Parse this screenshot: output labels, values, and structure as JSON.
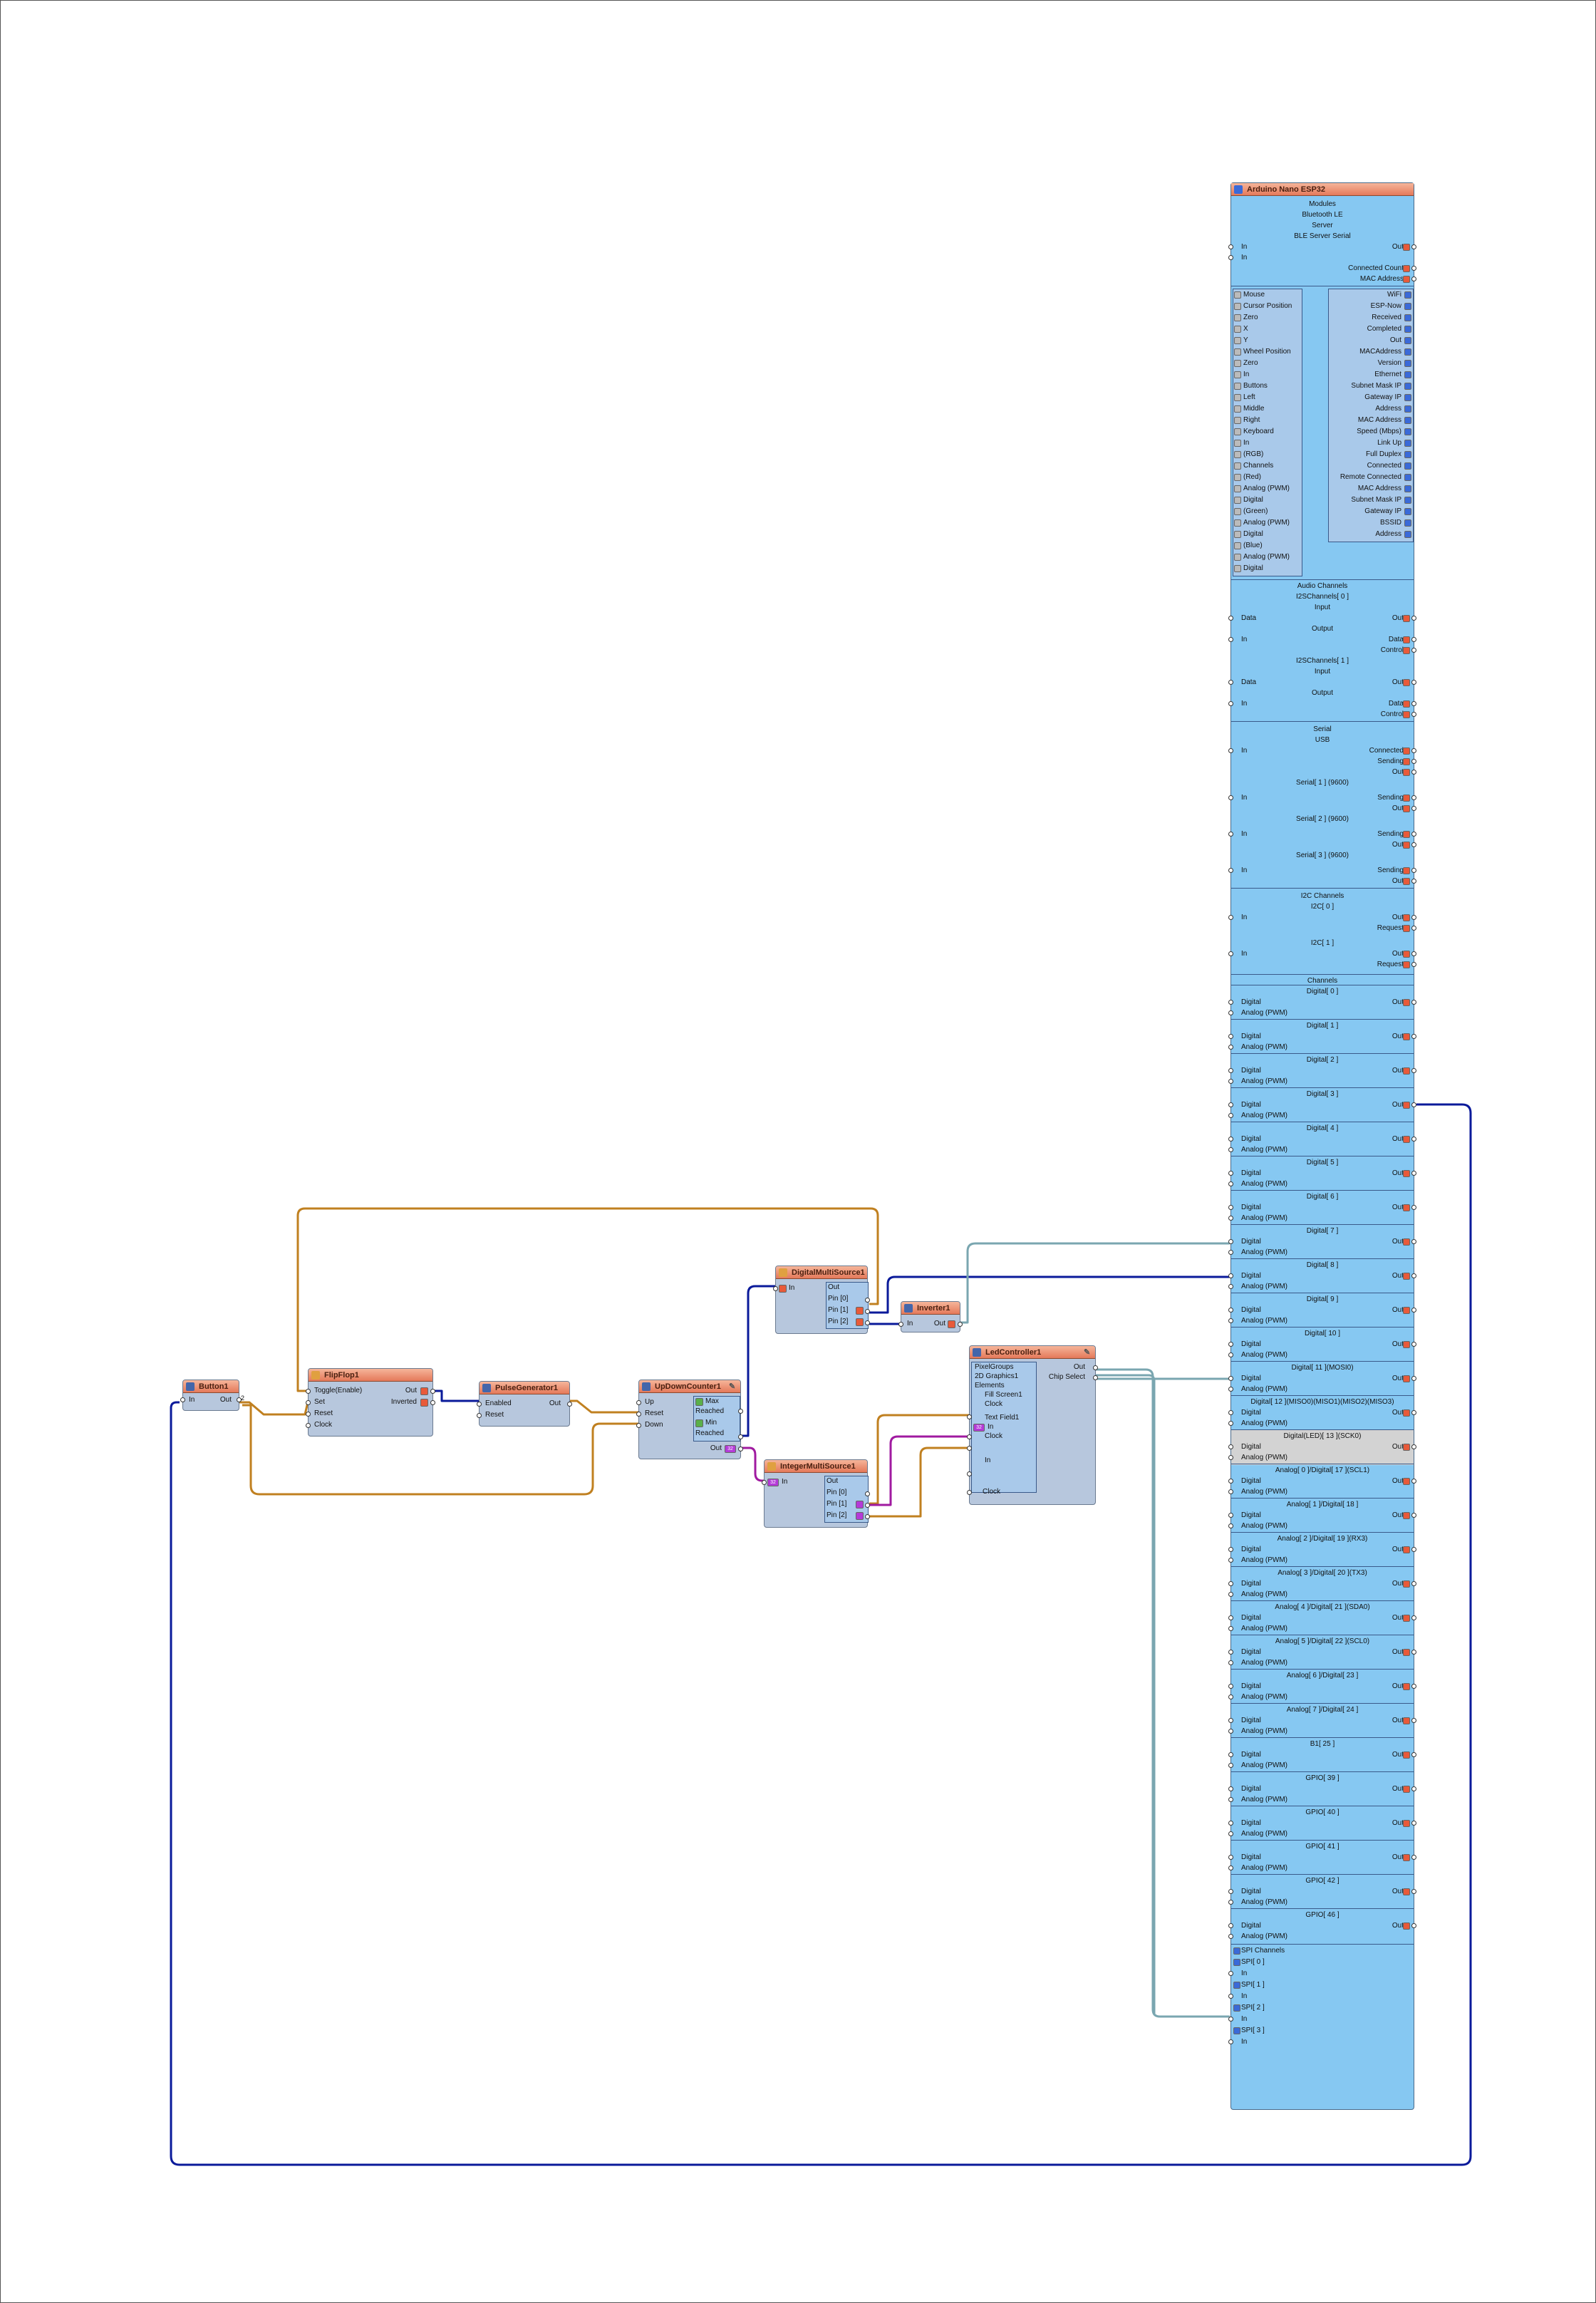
{
  "components": {
    "button": {
      "title": "Button1",
      "in": "In",
      "out": "Out",
      "out_num": "2"
    },
    "flipflop": {
      "title": "FlipFlop1",
      "toggle": "Toggle(Enable)",
      "set": "Set",
      "reset": "Reset",
      "clock": "Clock",
      "out": "Out",
      "inverted": "Inverted"
    },
    "pulsegen": {
      "title": "PulseGenerator1",
      "enabled": "Enabled",
      "reset": "Reset",
      "out": "Out"
    },
    "updown": {
      "title": "UpDownCounter1",
      "up": "Up",
      "reset": "Reset",
      "down": "Down",
      "max": "Max",
      "reached1": "Reached",
      "min": "Min",
      "reached2": "Reached",
      "out": "Out",
      "out_badge": "32"
    },
    "digitalmulti": {
      "title": "DigitalMultiSource1",
      "in": "In",
      "out": "Out",
      "pin0": "Pin [0]",
      "pin1": "Pin [1]",
      "pin2": "Pin [2]"
    },
    "inverter": {
      "title": "Inverter1",
      "in": "In",
      "out": "Out"
    },
    "intmulti": {
      "title": "IntegerMultiSource1",
      "in_badge": "32",
      "in": "In",
      "out": "Out",
      "pin0": "Pin [0]",
      "pin1": "Pin [1]",
      "pin2": "Pin [2]"
    },
    "ledctrl": {
      "title": "LedController1",
      "out": "Out",
      "chip_select": "Chip Select",
      "pixelgroups": "PixelGroups",
      "graphics": "2D Graphics1",
      "elements": "Elements",
      "fill_screen": "Fill Screen1",
      "clock1": "Clock",
      "text_field": "Text Field1",
      "in_badge": "32",
      "in1": "In",
      "clock2": "Clock",
      "in2": "In",
      "clock3": "Clock"
    }
  },
  "esp32": {
    "title": "Arduino Nano ESP32",
    "rows": [
      {
        "c": "Modules"
      },
      {
        "c": "Bluetooth LE"
      },
      {
        "c": "Server"
      },
      {
        "c": "BLE Server Serial"
      },
      {
        "l": "In",
        "r": "Out"
      },
      {
        "l": "In"
      },
      {
        "r": "Connected Count"
      },
      {
        "r": "MAC Address"
      }
    ],
    "left_sub": [
      "Mouse",
      "Cursor Position",
      "Zero",
      "X",
      "Y",
      "Wheel Position",
      "Zero",
      "In",
      "Buttons",
      "Left",
      "Middle",
      "Right",
      "Keyboard",
      "In",
      "(RGB)",
      "Channels",
      "(Red)",
      "Analog (PWM)",
      "Digital",
      "(Green)",
      "Analog (PWM)",
      "Digital",
      "(Blue)",
      "Analog (PWM)",
      "Digital"
    ],
    "right_sub": [
      "WiFi",
      "ESP-Now",
      "Received",
      "Completed",
      "Out",
      "MACAddress",
      "Version",
      "Ethernet",
      "Subnet Mask IP",
      "Gateway IP",
      "Address",
      "MAC Address",
      "Speed (Mbps)",
      "Link Up",
      "Full Duplex",
      "Connected",
      "Remote Connected",
      "MAC Address",
      "Subnet Mask IP",
      "Gateway IP",
      "BSSID",
      "Address"
    ],
    "audio": [
      "Audio Channels",
      "I2SChannels[ 0 ]",
      "Input",
      "Data",
      "Out",
      "Output",
      "In",
      "Data",
      "Control",
      "I2SChannels[ 1 ]",
      "Input",
      "Data",
      "Out",
      "Output",
      "In",
      "Data",
      "Control"
    ],
    "serial": [
      "Serial",
      "USB",
      "In",
      "Connected",
      "Sending",
      "Out",
      "Serial[ 1 ] (9600)",
      "In",
      "Sending",
      "Out",
      "Serial[ 2 ] (9600)",
      "In",
      "Sending",
      "Out",
      "Serial[ 3 ] (9600)",
      "In",
      "Sending",
      "Out"
    ],
    "i2c": [
      "I2C Channels",
      "I2C[ 0 ]",
      "In",
      "Out",
      "Request",
      "I2C[ 1 ]",
      "In",
      "Out",
      "Request"
    ],
    "channels_title": "Channels",
    "channel_groups": [
      "Digital[ 0 ]",
      "Digital[ 1 ]",
      "Digital[ 2 ]",
      "Digital[ 3 ]",
      "Digital[ 4 ]",
      "Digital[ 5 ]",
      "Digital[ 6 ]",
      "Digital[ 7 ]",
      "Digital[ 8 ]",
      "Digital[ 9 ]",
      "Digital[ 10 ]",
      "Digital[ 11 ](MOSI0)",
      "Digital[ 12 ](MISO0)(MISO1)(MISO2)(MISO3)",
      "Digital(LED)[ 13 ](SCK0)",
      "Analog[ 0 ]/Digital[ 17 ](SCL1)",
      "Analog[ 1 ]/Digital[ 18 ]",
      "Analog[ 2 ]/Digital[ 19 ](RX3)",
      "Analog[ 3 ]/Digital[ 20 ](TX3)",
      "Analog[ 4 ]/Digital[ 21 ](SDA0)",
      "Analog[ 5 ]/Digital[ 22 ](SCL0)",
      "Analog[ 6 ]/Digital[ 23 ]",
      "Analog[ 7 ]/Digital[ 24 ]",
      "B1[ 25 ]",
      "GPIO[ 39 ]",
      "GPIO[ 40 ]",
      "GPIO[ 41 ]",
      "GPIO[ 42 ]",
      "GPIO[ 46 ]"
    ],
    "ch_digital": "Digital",
    "ch_analog": "Analog (PWM)",
    "ch_out": "Out",
    "spi": [
      "SPI Channels",
      "SPI[ 0 ]",
      "In",
      "SPI[ 1 ]",
      "In",
      "SPI[ 2 ]",
      "In",
      "SPI[ 3 ]",
      "In"
    ]
  },
  "colors": {
    "wire_orange": "#c08020",
    "wire_blue": "#0a1a9a",
    "wire_gray": "#7aa6b0",
    "wire_purple": "#a01aa0",
    "component_bg": "#b7c7dd",
    "board_bg": "#86c8f2"
  }
}
